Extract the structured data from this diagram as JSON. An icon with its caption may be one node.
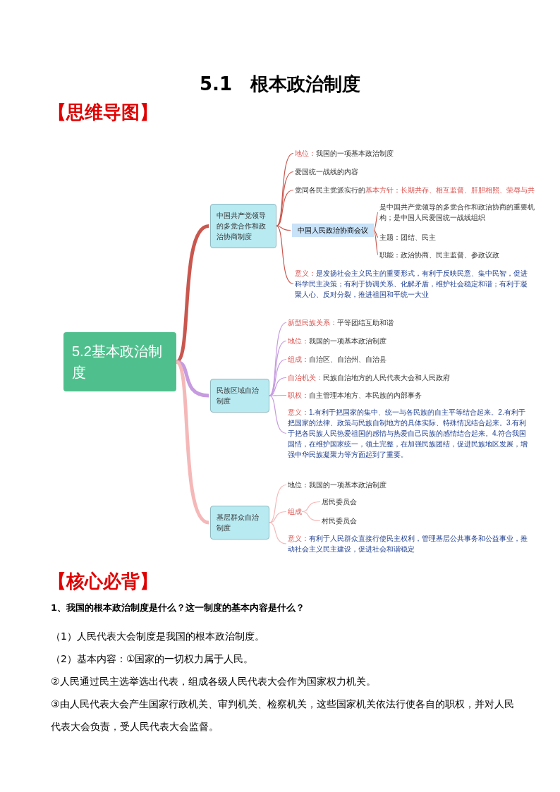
{
  "diagram": {
    "title": "5.1　根本政治制度",
    "nodes": [
      {
        "text": [
          "5.2基本政治制度"
        ]
      },
      {
        "text": [
          "中国共产党领导的多党合作和政治协商制度"
        ]
      },
      {
        "text": [
          "地位：",
          "我国的一项基本政治制度"
        ]
      },
      {
        "text": [
          "爱国统一战线的内容"
        ]
      },
      {
        "text": [
          "党同各民主党派实行的",
          "基本方针：长期共存、相互监督、肝胆相照、荣辱与共"
        ]
      },
      {
        "text": [
          "中国人民政治协商会议"
        ]
      },
      {
        "text": [
          "是中国共产党领导的多党合作和政治协商的重要机构；是中国人民爱国统一战线组织"
        ]
      },
      {
        "text": [
          "主题：团结、民主"
        ]
      },
      {
        "text": [
          "职能：政治协商、民主监督、参政议政"
        ]
      },
      {
        "text": [
          "意义：",
          "是发扬社会主义民主的重要形式，有利于反映民意、集中民智，促进科学民主决策；有利于协调关系、化解矛盾，维护社会稳定和谐；有利于凝聚人心、反对分裂，推进祖国和平统一大业"
        ]
      },
      {
        "text": [
          "民族区域自治制度"
        ]
      },
      {
        "text": [
          "新型民族关系：",
          "平等团结互助和谐"
        ]
      },
      {
        "text": [
          "地位：",
          "我国的一项基本政治制度"
        ]
      },
      {
        "text": [
          "组成：",
          "自治区、自治州、自治县"
        ]
      },
      {
        "text": [
          "自治机关：",
          "民族自治地方的人民代表大会和人民政府"
        ]
      },
      {
        "text": [
          "职权：",
          "自主管理本地方、本民族的内部事务"
        ]
      },
      {
        "text": [
          "意义：",
          "1.有利于把国家的集中、统一与各民族的自主平等结合起来。2.有利于把国家的法律、政策与民族自制地方的具体实际、特殊情况结合起来。3.有利于把各民族人民热爱祖国的感情与热爱自己民族的感情结合起来。4.符合我国国情，在维护国家统一，领土完整，在加强民族团结，促进民族地区发展，增强中华民族凝聚力等方面起到了重要。"
        ]
      },
      {
        "text": [
          "基层群众自治制度"
        ]
      },
      {
        "text": [
          "地位：我国的一项基本政治制度"
        ]
      },
      {
        "text": [
          "组成"
        ]
      },
      {
        "text": [
          "居民委员会"
        ]
      },
      {
        "text": [
          "村民委员会"
        ]
      },
      {
        "text": [
          "意义：",
          "有利于人民群众直接行使民主权利，管理基层公共事务和公益事业，推动社会主义民主建设，促进社会和谐稳定"
        ]
      }
    ],
    "edges": [
      {
        "from": 0,
        "to": 1,
        "arrow": "none",
        "style": "thick"
      },
      {
        "from": 1,
        "to": 2,
        "arrow": "none"
      },
      {
        "from": 1,
        "to": 3,
        "arrow": "none"
      },
      {
        "from": 1,
        "to": 4,
        "arrow": "none"
      },
      {
        "from": 1,
        "to": 5,
        "arrow": "none"
      },
      {
        "from": 5,
        "to": 6,
        "arrow": "none"
      },
      {
        "from": 5,
        "to": 7,
        "arrow": "none"
      },
      {
        "from": 5,
        "to": 8,
        "arrow": "none"
      },
      {
        "from": 1,
        "to": 9,
        "arrow": "none"
      },
      {
        "from": 0,
        "to": 10,
        "arrow": "none",
        "style": "thick",
        "color": "#c69be0"
      },
      {
        "from": 10,
        "to": 11,
        "arrow": "none",
        "color": "#c69be0"
      },
      {
        "from": 10,
        "to": 12,
        "arrow": "none",
        "color": "#c69be0"
      },
      {
        "from": 10,
        "to": 13,
        "arrow": "none",
        "color": "#c69be0"
      },
      {
        "from": 10,
        "to": 14,
        "arrow": "none",
        "color": "#c69be0"
      },
      {
        "from": 10,
        "to": 15,
        "arrow": "none",
        "color": "#c69be0"
      },
      {
        "from": 10,
        "to": 16,
        "arrow": "none",
        "color": "#c69be0"
      },
      {
        "from": 0,
        "to": 17,
        "arrow": "none",
        "style": "thick",
        "color": "#f5b8b8"
      },
      {
        "from": 17,
        "to": 18,
        "arrow": "none",
        "color": "#f5b8b8"
      },
      {
        "from": 17,
        "to": 19,
        "arrow": "none",
        "color": "#f5b8b8"
      },
      {
        "from": 19,
        "to": 20,
        "arrow": "none",
        "color": "#f5b8b8"
      },
      {
        "from": 19,
        "to": 21,
        "arrow": "none",
        "color": "#f5b8b8"
      },
      {
        "from": 17,
        "to": 22,
        "arrow": "none",
        "color": "#f5b8b8"
      }
    ],
    "labels": [
      "【思维导图】",
      "【核心必背】",
      "1、我国的根本政治制度是什么？这一制度的基本内容是什么？",
      "（1）人民代表大会制度是我国的根本政治制度。",
      "（2）基本内容：①国家的一切权力属于人民。",
      "②人民通过民主选举选出代表，组成各级人民代表大会作为国家权力机关。",
      "③由人民代表大会产生国家行政机关、审判机关、检察机关，这些国家机关依法行使各自的职权，并对人民代表大会负责，受人民代表大会监督。"
    ]
  }
}
